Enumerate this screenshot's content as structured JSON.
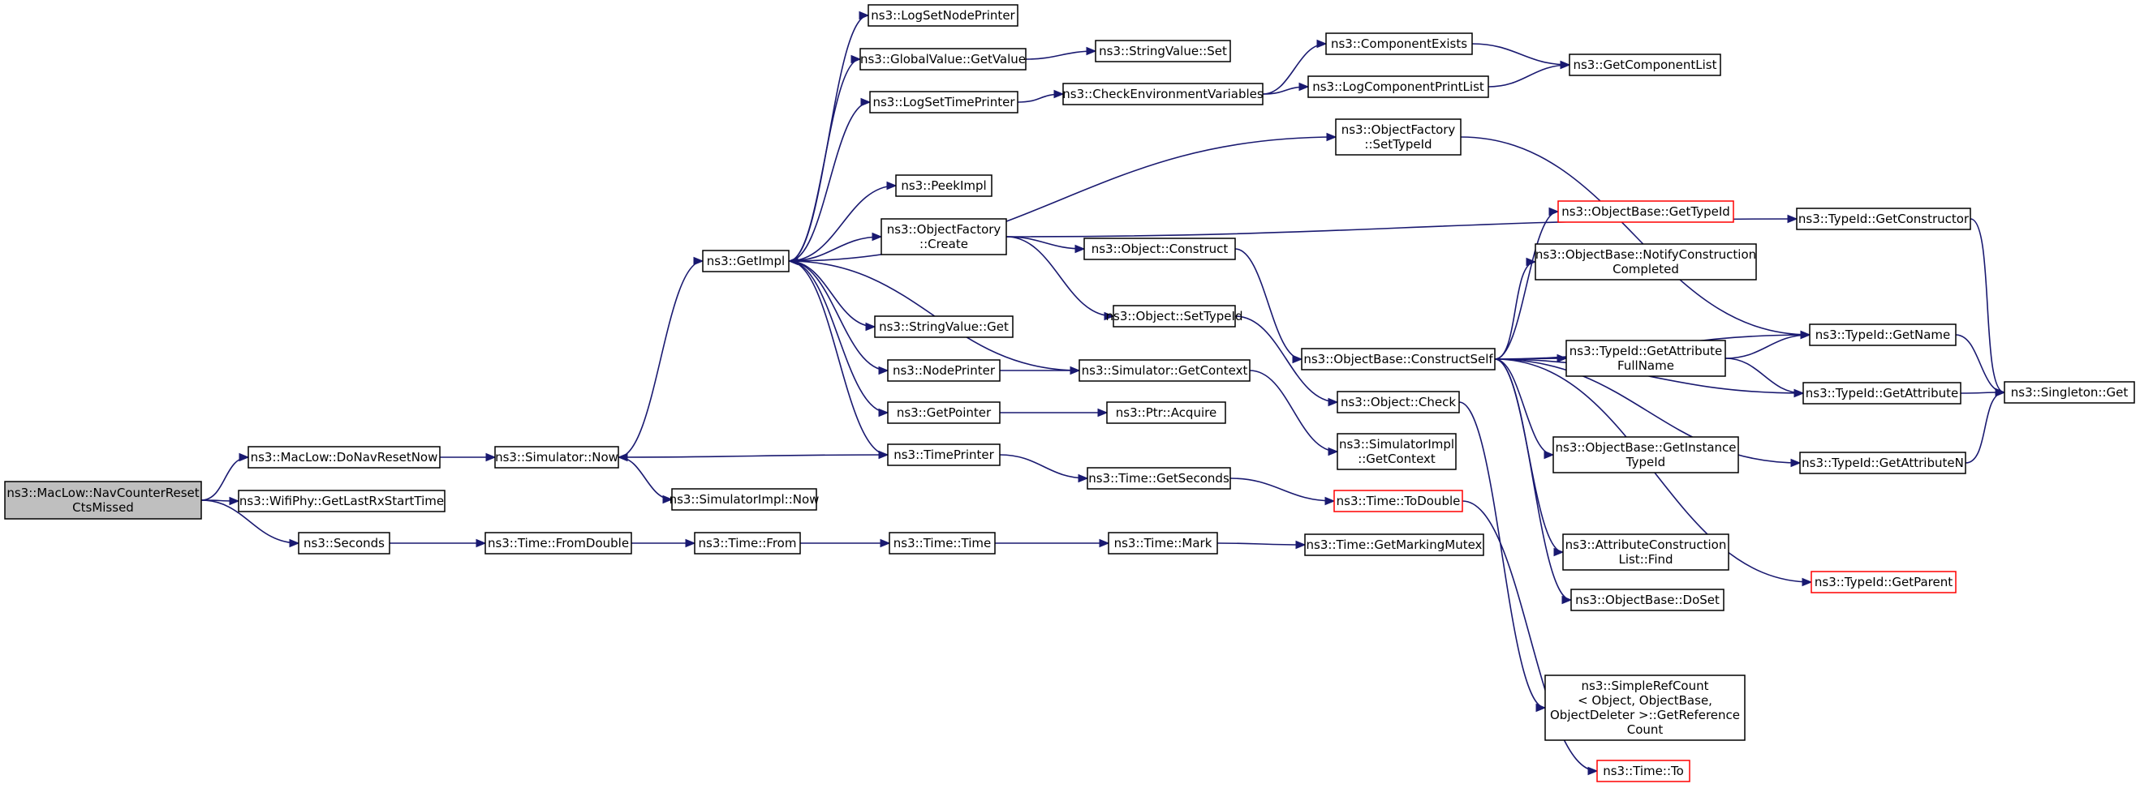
{
  "graph": {
    "type": "call-graph",
    "edge_color": "#191970",
    "red_border_color": "#ff0000",
    "root_fill": "#bfbfbf",
    "nodes": [
      {
        "id": "root",
        "lines": [
          "ns3::MacLow::NavCounterReset",
          "CtsMissed"
        ],
        "style": "root"
      },
      {
        "id": "doNavResetNow",
        "lines": [
          "ns3::MacLow::DoNavResetNow"
        ]
      },
      {
        "id": "getLastRxStart",
        "lines": [
          "ns3::WifiPhy::GetLastRxStartTime"
        ]
      },
      {
        "id": "seconds",
        "lines": [
          "ns3::Seconds"
        ]
      },
      {
        "id": "simNow",
        "lines": [
          "ns3::Simulator::Now"
        ]
      },
      {
        "id": "simImplNow",
        "lines": [
          "ns3::SimulatorImpl::Now"
        ]
      },
      {
        "id": "getImpl",
        "lines": [
          "ns3::GetImpl"
        ]
      },
      {
        "id": "fromDouble",
        "lines": [
          "ns3::Time::FromDouble"
        ]
      },
      {
        "id": "timeFrom",
        "lines": [
          "ns3::Time::From"
        ]
      },
      {
        "id": "timeTime",
        "lines": [
          "ns3::Time::Time"
        ]
      },
      {
        "id": "timeMark",
        "lines": [
          "ns3::Time::Mark"
        ]
      },
      {
        "id": "getMarkingMutex",
        "lines": [
          "ns3::Time::GetMarkingMutex"
        ]
      },
      {
        "id": "logSetNodePrinter",
        "lines": [
          "ns3::LogSetNodePrinter"
        ]
      },
      {
        "id": "globalValueGet",
        "lines": [
          "ns3::GlobalValue::GetValue"
        ]
      },
      {
        "id": "logSetTimePrinter",
        "lines": [
          "ns3::LogSetTimePrinter"
        ]
      },
      {
        "id": "peekImpl",
        "lines": [
          "ns3::PeekImpl"
        ]
      },
      {
        "id": "objFactoryCreate",
        "lines": [
          "ns3::ObjectFactory",
          "::Create"
        ]
      },
      {
        "id": "stringValueGet",
        "lines": [
          "ns3::StringValue::Get"
        ]
      },
      {
        "id": "nodePrinter",
        "lines": [
          "ns3::NodePrinter"
        ]
      },
      {
        "id": "getPointer",
        "lines": [
          "ns3::GetPointer"
        ]
      },
      {
        "id": "timePrinter",
        "lines": [
          "ns3::TimePrinter"
        ]
      },
      {
        "id": "stringValueSet",
        "lines": [
          "ns3::StringValue::Set"
        ]
      },
      {
        "id": "checkEnv",
        "lines": [
          "ns3::CheckEnvironmentVariables"
        ]
      },
      {
        "id": "componentExists",
        "lines": [
          "ns3::ComponentExists"
        ]
      },
      {
        "id": "logComponentPrintList",
        "lines": [
          "ns3::LogComponentPrintList"
        ]
      },
      {
        "id": "getComponentList",
        "lines": [
          "ns3::GetComponentList"
        ]
      },
      {
        "id": "objFactorySetTypeId",
        "lines": [
          "ns3::ObjectFactory",
          "::SetTypeId"
        ]
      },
      {
        "id": "objectConstruct",
        "lines": [
          "ns3::Object::Construct"
        ]
      },
      {
        "id": "objectSetTypeId",
        "lines": [
          "ns3::Object::SetTypeId"
        ]
      },
      {
        "id": "simGetContext",
        "lines": [
          "ns3::Simulator::GetContext"
        ]
      },
      {
        "id": "ptrAcquire",
        "lines": [
          "ns3::Ptr::Acquire"
        ]
      },
      {
        "id": "timeGetSeconds",
        "lines": [
          "ns3::Time::GetSeconds"
        ]
      },
      {
        "id": "objBaseGetTypeId",
        "lines": [
          "ns3::ObjectBase::GetTypeId"
        ],
        "style": "red"
      },
      {
        "id": "objBaseNotify",
        "lines": [
          "ns3::ObjectBase::NotifyConstruction",
          "Completed"
        ]
      },
      {
        "id": "constructSelf",
        "lines": [
          "ns3::ObjectBase::ConstructSelf"
        ]
      },
      {
        "id": "objectCheck",
        "lines": [
          "ns3::Object::Check"
        ]
      },
      {
        "id": "simImplGetContext",
        "lines": [
          "ns3::SimulatorImpl",
          "::GetContext"
        ]
      },
      {
        "id": "timeToDouble",
        "lines": [
          "ns3::Time::ToDouble"
        ],
        "style": "red"
      },
      {
        "id": "typeIdGetAttrFullName",
        "lines": [
          "ns3::TypeId::GetAttribute",
          "FullName"
        ]
      },
      {
        "id": "getInstanceTypeId",
        "lines": [
          "ns3::ObjectBase::GetInstance",
          "TypeId"
        ]
      },
      {
        "id": "attrConstructionFind",
        "lines": [
          "ns3::AttributeConstruction",
          "List::Find"
        ]
      },
      {
        "id": "objBaseDoSet",
        "lines": [
          "ns3::ObjectBase::DoSet"
        ]
      },
      {
        "id": "simpleRefCount",
        "lines": [
          "ns3::SimpleRefCount",
          "< Object, ObjectBase,",
          "ObjectDeleter >::GetReference",
          "Count"
        ]
      },
      {
        "id": "timeTo",
        "lines": [
          "ns3::Time::To"
        ],
        "style": "red"
      },
      {
        "id": "typeIdGetConstructor",
        "lines": [
          "ns3::TypeId::GetConstructor"
        ]
      },
      {
        "id": "typeIdGetName",
        "lines": [
          "ns3::TypeId::GetName"
        ]
      },
      {
        "id": "typeIdGetAttribute",
        "lines": [
          "ns3::TypeId::GetAttribute"
        ]
      },
      {
        "id": "typeIdGetAttributeN",
        "lines": [
          "ns3::TypeId::GetAttributeN"
        ]
      },
      {
        "id": "typeIdGetParent",
        "lines": [
          "ns3::TypeId::GetParent"
        ],
        "style": "red"
      },
      {
        "id": "singletonGet",
        "lines": [
          "ns3::Singleton::Get"
        ]
      }
    ]
  }
}
